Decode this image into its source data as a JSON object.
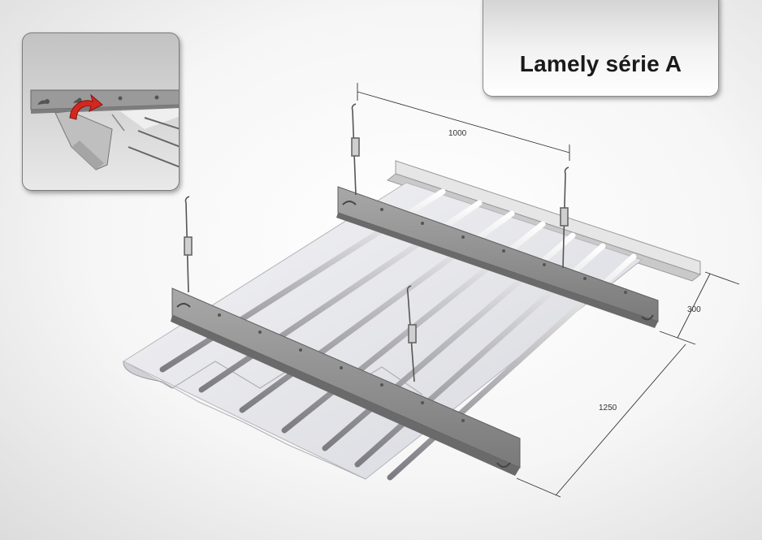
{
  "title": "Lamely série A",
  "dimensions": {
    "width": "1000",
    "spacing": "300",
    "length": "1250"
  },
  "colors": {
    "carrier": "#8f8f8f",
    "slat": "#e4e4ea",
    "slat_edge": "#a9a9b0",
    "rail": "#d8d8d8",
    "arrow": "#d3281e"
  },
  "icons": {
    "inset": "clip-mounting-detail-icon"
  }
}
